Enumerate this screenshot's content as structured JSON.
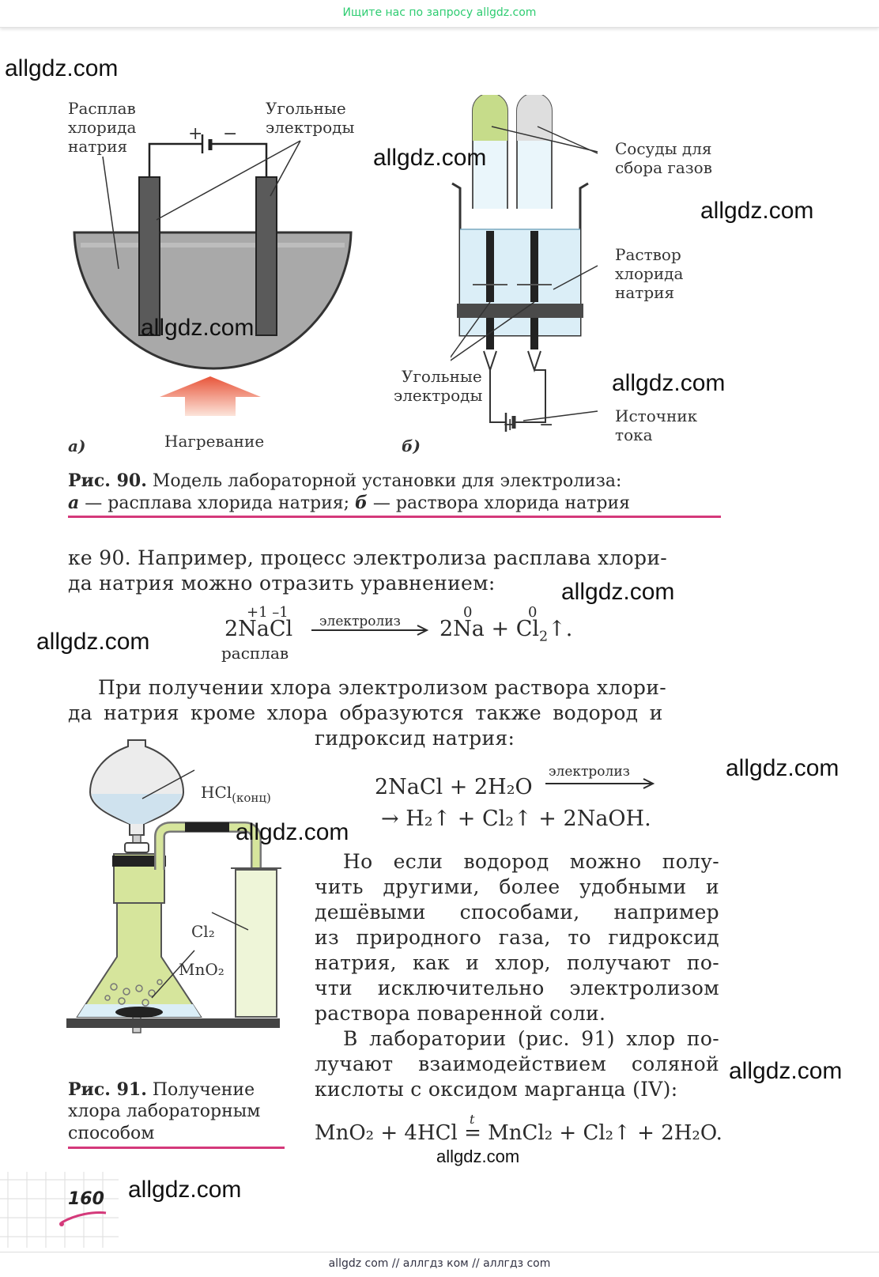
{
  "banner": {
    "text": "Ищите нас по запросу allgdz.com"
  },
  "watermark": "allgdz.com",
  "fig90": {
    "a_labels": {
      "melt_line1": "Расплав",
      "melt_line2": "хлорида",
      "melt_line3": "натрия",
      "electrodes_line1": "Угольные",
      "electrodes_line2": "электроды",
      "plus": "+",
      "minus": "−",
      "heating": "Нагревание",
      "marker": "а)"
    },
    "b_labels": {
      "vessels_line1": "Сосуды для",
      "vessels_line2": "сбора газов",
      "solution_line1": "Раствор",
      "solution_line2": "хлорида",
      "solution_line3": "натрия",
      "electrodes_line1": "Угольные",
      "electrodes_line2": "электроды",
      "source_line1": "Источник",
      "source_line2": "тока",
      "plus": "+",
      "minus": "−",
      "marker": "б)"
    },
    "caption_bold": "Рис. 90.",
    "caption_line1": " Модель лабораторной установки для электролиза:",
    "caption_line2_a": "а",
    "caption_line2_rest1": " — расплава хлорида натрия; ",
    "caption_line2_b": "б",
    "caption_line2_rest2": " — раствора хлорида натрия"
  },
  "text1": {
    "line1": "ке 90. Например, процесс электролиза расплава хлори-",
    "line2": "да натрия можно отразить уравнением:"
  },
  "eq1": {
    "ox1": "+1  –1",
    "lhs": "2NaCl",
    "under": "расплав",
    "arrow_label": "электролиз",
    "ox2": "0",
    "ox3": "0",
    "rhs_na": "2Na",
    "plus": "+",
    "rhs_cl": "Cl",
    "rhs_sub": "2",
    "rhs_tail": "↑."
  },
  "text2": {
    "line1": "При получении хлора электролизом раствора хлори-",
    "line2": "да натрия кроме хлора образуются также водород и",
    "line3": "гидроксид натрия:"
  },
  "eq2": {
    "line1": "2NaCl + 2H₂O",
    "arrow_label": "электролиз",
    "line2": "→ H₂↑ + Cl₂↑ + 2NaOH."
  },
  "fig91": {
    "hcl": "HCl",
    "hcl_sub": "(конц)",
    "cl2": "Cl₂",
    "mno2": "MnO₂",
    "caption_bold": "Рис. 91.",
    "caption_line1": " Получение",
    "caption_line2": "хлора лабораторным",
    "caption_line3": "способом"
  },
  "text3": {
    "lines": [
      "Но если водород можно полу-",
      "чить другими, более удобными и",
      "дешёвыми способами, например",
      "из природного газа, то гидроксид",
      "натрия, как и хлор, получают по-",
      "чти исключительно электролизом",
      "раствора поваренной соли.",
      "В лаборатории (рис. 91) хлор по-",
      "лучают взаимодействием соляной",
      "кислоты с оксидом марганца (IV):"
    ]
  },
  "eq3": {
    "text": "MnO₂ + 4HCl = MnCl₂ + Cl₂↑ + 2H₂O.",
    "over": "t"
  },
  "page_number": "160",
  "footer": {
    "text": "allgdz com  //  аллгдз ком  //  аллгдз com"
  }
}
